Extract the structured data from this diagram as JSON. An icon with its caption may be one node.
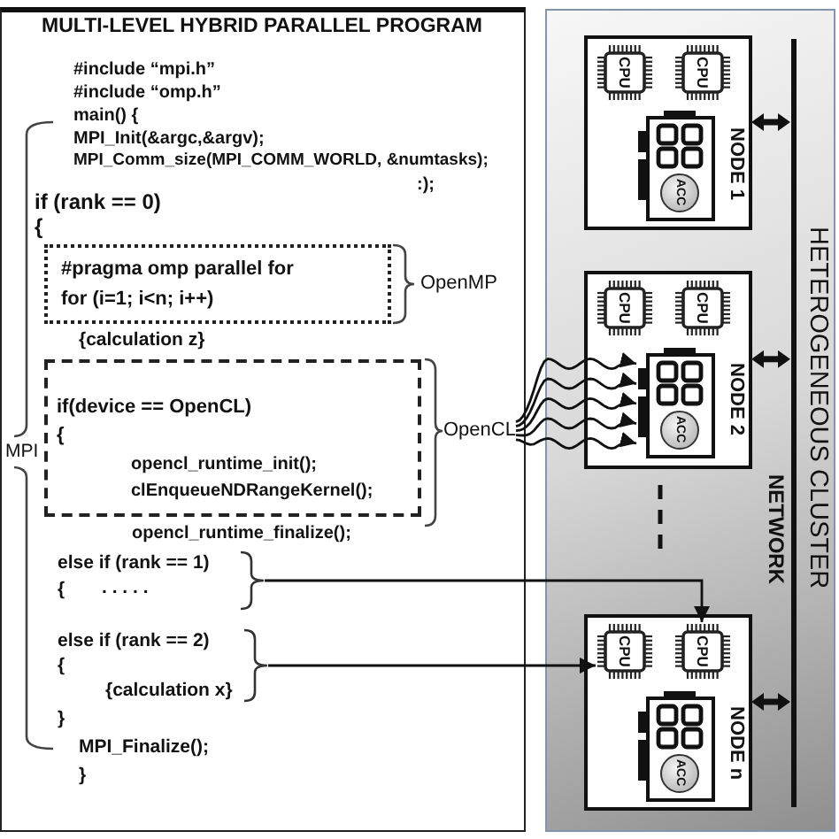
{
  "diagram": {
    "nodes": [
      {
        "text": [
          "MULTI-LEVEL HYBRID PARALLEL PROGRAM",
          "#include “mpi.h”",
          "#include “omp.h”",
          "main() {",
          "MPI_Init(&argc,&argv);",
          "MPI_Comm_size(MPI_COMM_WORLD, &numtasks);",
          ":);",
          "if (rank == 0)",
          "{",
          "{calculation z}",
          "opencl_runtime_finalize();",
          "}",
          "MPI_Finalize();",
          "}"
        ]
      },
      {
        "text": [
          "#pragma omp parallel for",
          "for (i=1; i<n; i++)"
        ],
        "in": 0,
        "beside": [
          "OpenMP"
        ]
      },
      {
        "text": [
          "if(device == OpenCL)",
          "{",
          "opencl_runtime_init();",
          "clEnqueueNDRangeKernel();"
        ],
        "in": 0
      },
      {
        "text": [
          "OpenCL"
        ],
        "in": 0
      },
      {
        "text": [
          "else if (rank == 1)",
          "{",
          ". . . . ."
        ],
        "in": 0
      },
      {
        "text": [
          "else if (rank == 2)",
          "{",
          "{calculation x}"
        ],
        "in": 0
      },
      {
        "text": [
          "HETEROGENEOUS CLUSTER"
        ]
      },
      {
        "text": [
          "NODE 1"
        ],
        "in": 6
      },
      {
        "text": [
          "CPU"
        ],
        "in": 7
      },
      {
        "text": [
          "CPU"
        ],
        "in": 7
      },
      {
        "text": [
          "ACC"
        ],
        "in": 7
      },
      {
        "text": [
          "NODE 2"
        ],
        "in": 6
      },
      {
        "text": [
          "CPU"
        ],
        "in": 11
      },
      {
        "text": [
          "CPU"
        ],
        "in": 11
      },
      {
        "text": [
          "ACC"
        ],
        "in": 11
      },
      {
        "text": [
          "NODE n"
        ],
        "in": 6
      },
      {
        "text": [
          "CPU"
        ],
        "in": 15
      },
      {
        "text": [
          "CPU"
        ],
        "in": 15
      },
      {
        "text": [
          "ACC"
        ],
        "in": 15
      },
      {
        "text": [],
        "shape": "bar",
        "in": 6,
        "beside": [
          "NETWORK"
        ]
      }
    ],
    "edges": [
      {
        "from": 3,
        "to": 14,
        "arrow": "to"
      },
      {
        "from": 3,
        "to": 14,
        "arrow": "to"
      },
      {
        "from": 3,
        "to": 14,
        "arrow": "to"
      },
      {
        "from": 3,
        "to": 14,
        "arrow": "to"
      },
      {
        "from": 3,
        "to": 14,
        "arrow": "to"
      },
      {
        "from": 4,
        "to": 17,
        "arrow": "to"
      },
      {
        "from": 5,
        "to": 16,
        "arrow": "to"
      },
      {
        "from": 7,
        "to": 19,
        "arrow": "both",
        "style": "thick"
      },
      {
        "from": 11,
        "to": 19,
        "arrow": "both",
        "style": "thick"
      },
      {
        "from": 15,
        "to": 19,
        "arrow": "both",
        "style": "thick"
      }
    ],
    "labels": [
      "MPI"
    ]
  }
}
